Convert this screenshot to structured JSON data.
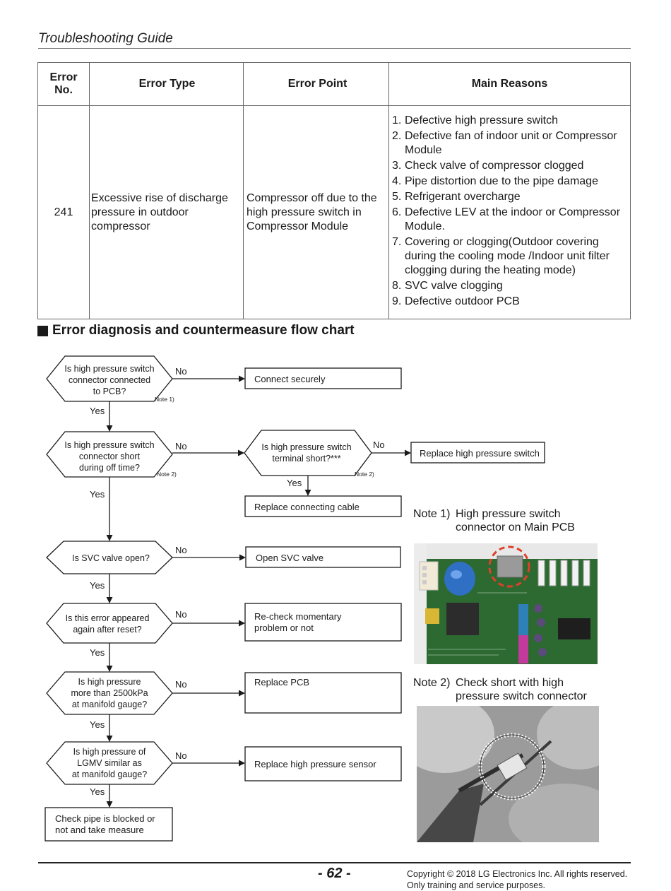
{
  "header": {
    "title": "Troubleshooting Guide"
  },
  "table": {
    "headers": {
      "no": "Error\nNo.",
      "type": "Error Type",
      "point": "Error Point",
      "reasons": "Main Reasons"
    },
    "row": {
      "no": "241",
      "type": "Excessive rise of discharge pressure in outdoor compressor",
      "point": "Compressor off due to the high pressure switch in Compressor Module",
      "reasons": [
        {
          "n": "1.",
          "text": "Defective high pressure switch"
        },
        {
          "n": "2.",
          "text": "Defective fan of indoor unit or Compressor Module"
        },
        {
          "n": "3.",
          "text": "Check valve of compressor clogged"
        },
        {
          "n": "4.",
          "text": "Pipe distortion due to the pipe damage"
        },
        {
          "n": "5.",
          "text": "Refrigerant overcharge"
        },
        {
          "n": "6.",
          "text": "Defective LEV at the indoor or Compressor Module."
        },
        {
          "n": "7.",
          "text": "Covering or clogging(Outdoor covering during the cooling mode /Indoor unit filter clogging during the heating mode)"
        },
        {
          "n": "8.",
          "text": "SVC valve clogging"
        },
        {
          "n": "9.",
          "text": "Defective outdoor PCB"
        }
      ]
    }
  },
  "section": {
    "title": "Error diagnosis and countermeasure flow chart"
  },
  "flow": {
    "q1": [
      "Is high pressure switch",
      "connector connected",
      "to PCB?"
    ],
    "q1_note": "Note 1)",
    "q2": [
      "Is high pressure switch",
      "connector short",
      "during off time?"
    ],
    "q2_note": "Note 2)",
    "q2b": [
      "Is high pressure switch",
      "terminal short?***"
    ],
    "q2b_note": "Note 2)",
    "q3": [
      "Is SVC valve open?"
    ],
    "q4": [
      "Is this error appeared",
      "again after reset?"
    ],
    "q5": [
      "Is high pressure",
      "more than 2500kPa",
      "at manifold gauge?"
    ],
    "q6": [
      "Is high pressure of",
      "LGMV similar as",
      "at manifold gauge?"
    ],
    "a1": "Connect securely",
    "a2": "Replace high pressure switch",
    "a2b": "Replace connecting cable",
    "a3": "Open SVC valve",
    "a4": [
      "Re-check momentary",
      "problem or not"
    ],
    "a5": "Replace PCB",
    "a6": "Replace high pressure sensor",
    "a7": [
      "Check pipe is blocked or",
      "not and take measure"
    ],
    "yes": "Yes",
    "no": "No"
  },
  "notes": {
    "note1": {
      "label": "Note 1)",
      "line1": "High pressure switch",
      "line2": "connector on Main PCB"
    },
    "note2": {
      "label": "Note 2)",
      "line1": "Check short with high",
      "line2": "pressure switch connector"
    }
  },
  "footer": {
    "page": "- 62 -",
    "copyright1": "Copyright © 2018 LG Electronics Inc. All rights reserved.",
    "copyright2": "Only training and service purposes."
  }
}
